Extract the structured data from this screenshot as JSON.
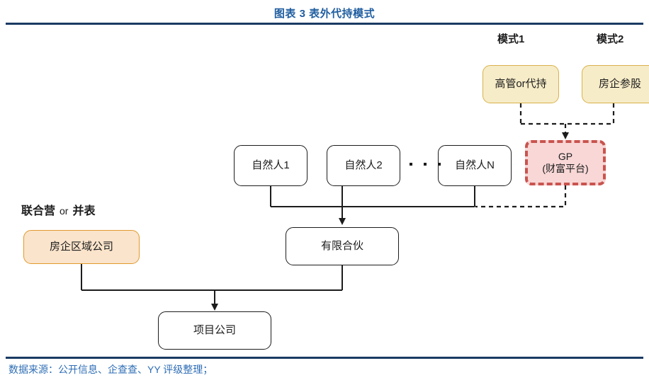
{
  "header": {
    "title": "图表 3 表外代持模式"
  },
  "footer": {
    "source": "数据来源：公开信息、企查查、YY 评级整理；"
  },
  "labels": {
    "mode1": "模式1",
    "mode2": "模式2",
    "left_left": "联合营",
    "left_or": "or",
    "left_right": "并表"
  },
  "nodes": {
    "exec_holding": "高管or代持",
    "developer_stake": "房企参股",
    "gp_line1": "GP",
    "gp_line2": "(财富平台)",
    "person1": "自然人1",
    "person2": "自然人2",
    "personN": "自然人N",
    "developer_region": "房企区域公司",
    "limited_partnership": "有限合伙",
    "project_company": "项目公司"
  },
  "colors": {
    "title_blue": "#1f5da0",
    "rule_navy": "#1a3a63",
    "source_blue": "#2f6eb5",
    "yellow_fill": "#f7ecc8",
    "yellow_border": "#d8b24a",
    "orange_fill": "#fae4cb",
    "orange_border": "#e09a2e",
    "pink_fill": "#f8d7d6",
    "pink_border": "#c9544f",
    "line_black": "#1c1c1c"
  }
}
